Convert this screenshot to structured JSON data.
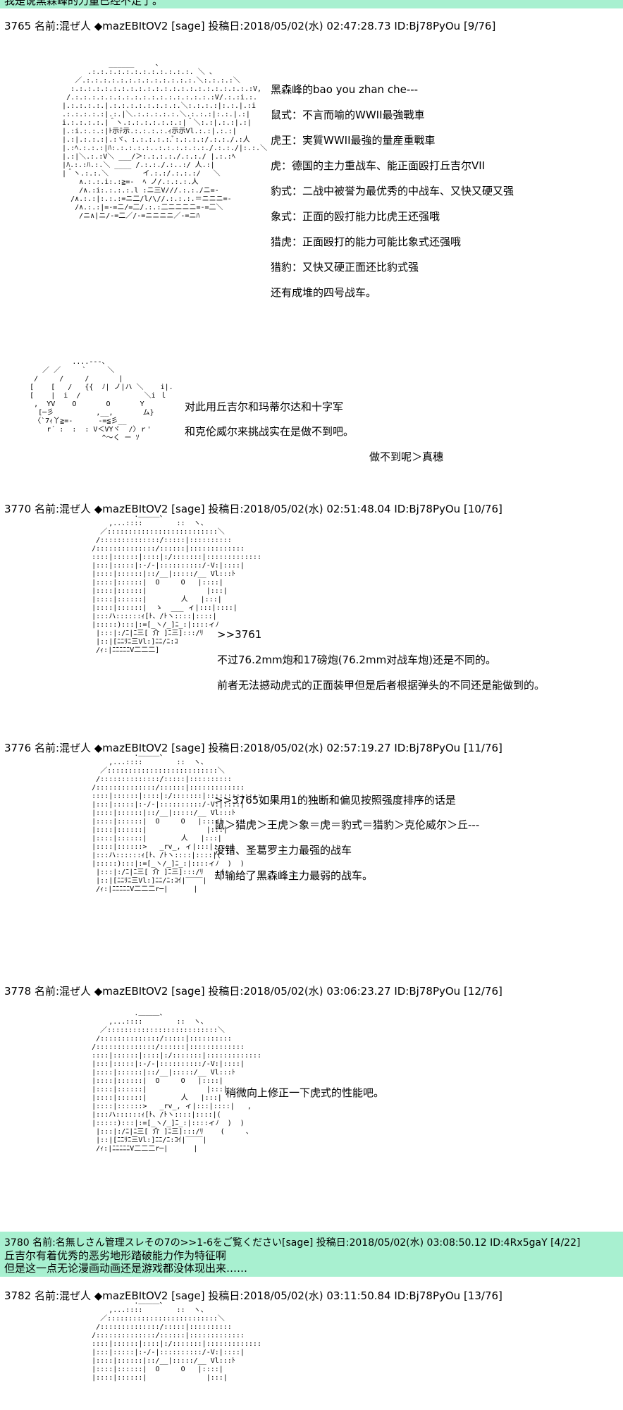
{
  "top_band": {
    "text": "我是说黑森峰的力量已经不足了。"
  },
  "posts": [
    {
      "header": "3765 名前:混ぜ人 ◆mazEBItOV2 [sage] 投稿日:2018/05/02(水) 02:47:28.73 ID:Bj78PyOu [9/76]",
      "lines": [
        "黑森峰的bao you zhan che---",
        "鼠式：不言而喻的WWII最強戰車",
        "虎王：実質WWII最強的量産重戰車",
        "虎：德国的主力重战车、能正面殴打丘吉尔VII",
        "豹式：二战中被誉为最优秀的中战车、又快又硬又强",
        "象式：正面的殴打能力比虎王还强哦",
        "猎虎：正面殴打的能力可能比象式还强哦",
        "猎豹：又快又硬正面还比豹式强",
        "还有成堆的四号战车。"
      ],
      "lines2": [
        "对此用丘吉尔和玛蒂尔达和十字军",
        "和克伦威尔来挑战实在是做不到吧。"
      ],
      "aside": "做不到呢＞真穗"
    },
    {
      "header": "3770 名前:混ぜ人 ◆mazEBItOV2 [sage] 投稿日:2018/05/02(水) 02:51:48.04 ID:Bj78PyOu [10/76]",
      "lines": [
        ">>3761",
        "不过76.2mm炮和17磅炮(76.2mm对战车炮)还是不同的。",
        "前者无法撼动虎式的正面装甲但是后者根据弹头的不同还是能做到的。"
      ]
    },
    {
      "header": "3776 名前:混ぜ人 ◆mazEBItOV2 [sage] 投稿日:2018/05/02(水) 02:57:19.27 ID:Bj78PyOu [11/76]",
      "lines": [
        ">>3765如果用1的独断和偏见按照强度排序的话是",
        "鼠＞猎虎＞王虎＞象＝虎＝豹式＝猎豹＞克伦威尔＞丘---",
        "没错、圣葛罗主力最强的战车",
        "却输给了黑森峰主力最弱的战车。"
      ]
    },
    {
      "header": "3778 名前:混ぜ人 ◆mazEBItOV2 [sage] 投稿日:2018/05/02(水) 03:06:23.27 ID:Bj78PyOu [12/76]",
      "lines": [
        "稍微向上修正一下虎式的性能吧。"
      ]
    },
    {
      "header": "3780 名前:名無しさん管理スレその7の>>1-6をご覧ください[sage] 投稿日:2018/05/02(水) 03:08:50.12 ID:4Rx5gaY [4/22]",
      "lines": [
        "丘吉尔有着优秀的恶劣地形踏破能力作为特征啊",
        "但是这一点无论漫画动画还是游戏都没体现出来……"
      ]
    },
    {
      "header": "3782 名前:混ぜ人 ◆mazEBItOV2 [sage] 投稿日:2018/05/02(水) 03:11:50.84 ID:Bj78PyOu [13/76]",
      "lines": []
    }
  ]
}
